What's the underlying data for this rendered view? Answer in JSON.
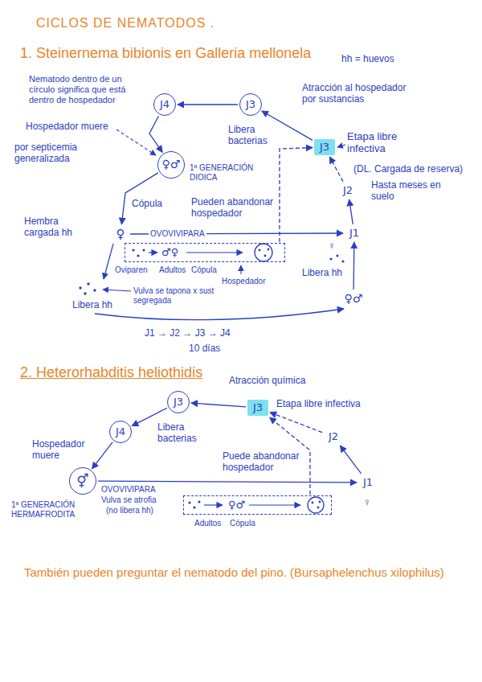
{
  "diagram": {
    "title": "CICLOS DE NEMATODOS .",
    "nodes": [
      {
        "text": [
          "J4"
        ]
      },
      {
        "text": [
          "J3"
        ]
      },
      {
        "text": [
          "♀♂"
        ]
      },
      {
        "text": [
          "J3"
        ]
      },
      {
        "text": [
          "J2"
        ]
      },
      {
        "text": [
          "J1"
        ]
      },
      {
        "text": [
          "♀"
        ]
      },
      {
        "text": [
          "♂♀"
        ]
      },
      {
        "text": [
          "♀♂"
        ]
      },
      {
        "text": [
          "J3"
        ]
      },
      {
        "text": [
          "J4"
        ]
      },
      {
        "text": [
          "⚥"
        ]
      },
      {
        "text": [
          "J3"
        ]
      },
      {
        "text": [
          "J2"
        ]
      },
      {
        "text": [
          "J1"
        ]
      },
      {
        "text": [
          "♀♂"
        ]
      }
    ],
    "edges": [
      {
        "from": 1,
        "to": 0,
        "arrow": "to"
      },
      {
        "from": 0,
        "to": 2,
        "arrow": "to"
      },
      {
        "from": 2,
        "to": 6,
        "label": "Cópula",
        "arrow": "to"
      },
      {
        "from": 6,
        "to": 5,
        "label": "OVOVIVIPARA",
        "arrow": "to"
      },
      {
        "from": 5,
        "to": 4,
        "arrow": "to"
      },
      {
        "from": 4,
        "to": 3,
        "arrow": "to"
      },
      {
        "from": 3,
        "to": 1,
        "arrow": "to"
      },
      {
        "from": 7,
        "to": 3,
        "arrow": "to"
      },
      {
        "from": 8,
        "to": 5,
        "arrow": "to"
      },
      {
        "from": 9,
        "to": 10,
        "arrow": "to"
      },
      {
        "from": 10,
        "to": 11,
        "arrow": "to"
      },
      {
        "from": 11,
        "to": 14,
        "arrow": "to"
      },
      {
        "from": 14,
        "to": 13,
        "arrow": "to"
      },
      {
        "from": 13,
        "to": 12,
        "arrow": "to"
      },
      {
        "from": 12,
        "to": 9,
        "arrow": "to"
      },
      {
        "from": 15,
        "to": 12,
        "arrow": "to"
      }
    ],
    "labels": [
      "1. Steinernema bibionis en Galleria mellonela",
      "hh = huevos",
      "Nematodo dentro de un círculo significa que está dentro de hospedador",
      "Atracción al hospedador por sustancias",
      "Libera bacterias",
      "Hospedador muere",
      "por septicemia generalizada",
      "1ª GENERACIÓN DIOICA",
      "Etapa libre infectiva",
      "(DL. Cargada de reserva)",
      "Hasta meses en suelo",
      "Pueden abandonar hospedador",
      "Hembra cargada hh",
      "Oviparen",
      "Adultos",
      "Cópula",
      "Hospedador",
      "Libera hh",
      "♀",
      "Libera hh",
      "Vulva se tapona x sust segregada",
      "J1 → J2 → J3 → J4",
      "10 días",
      "2. Heterorhabditis heliothidis",
      "Atracción química",
      "Libera bacterias",
      "Etapa libre infectiva",
      "Hospedador muere",
      "1ª GENERACIÓN HERMAFRODITA",
      "OVOVIVIPARA",
      "Vulva se atrofia",
      "(no libera hh)",
      "Puede abandonar hospedador",
      "Adultos",
      "Cópula",
      "♀",
      "También pueden preguntar el nematodo del pino. (Bursaphelenchus xilophilus)"
    ]
  }
}
